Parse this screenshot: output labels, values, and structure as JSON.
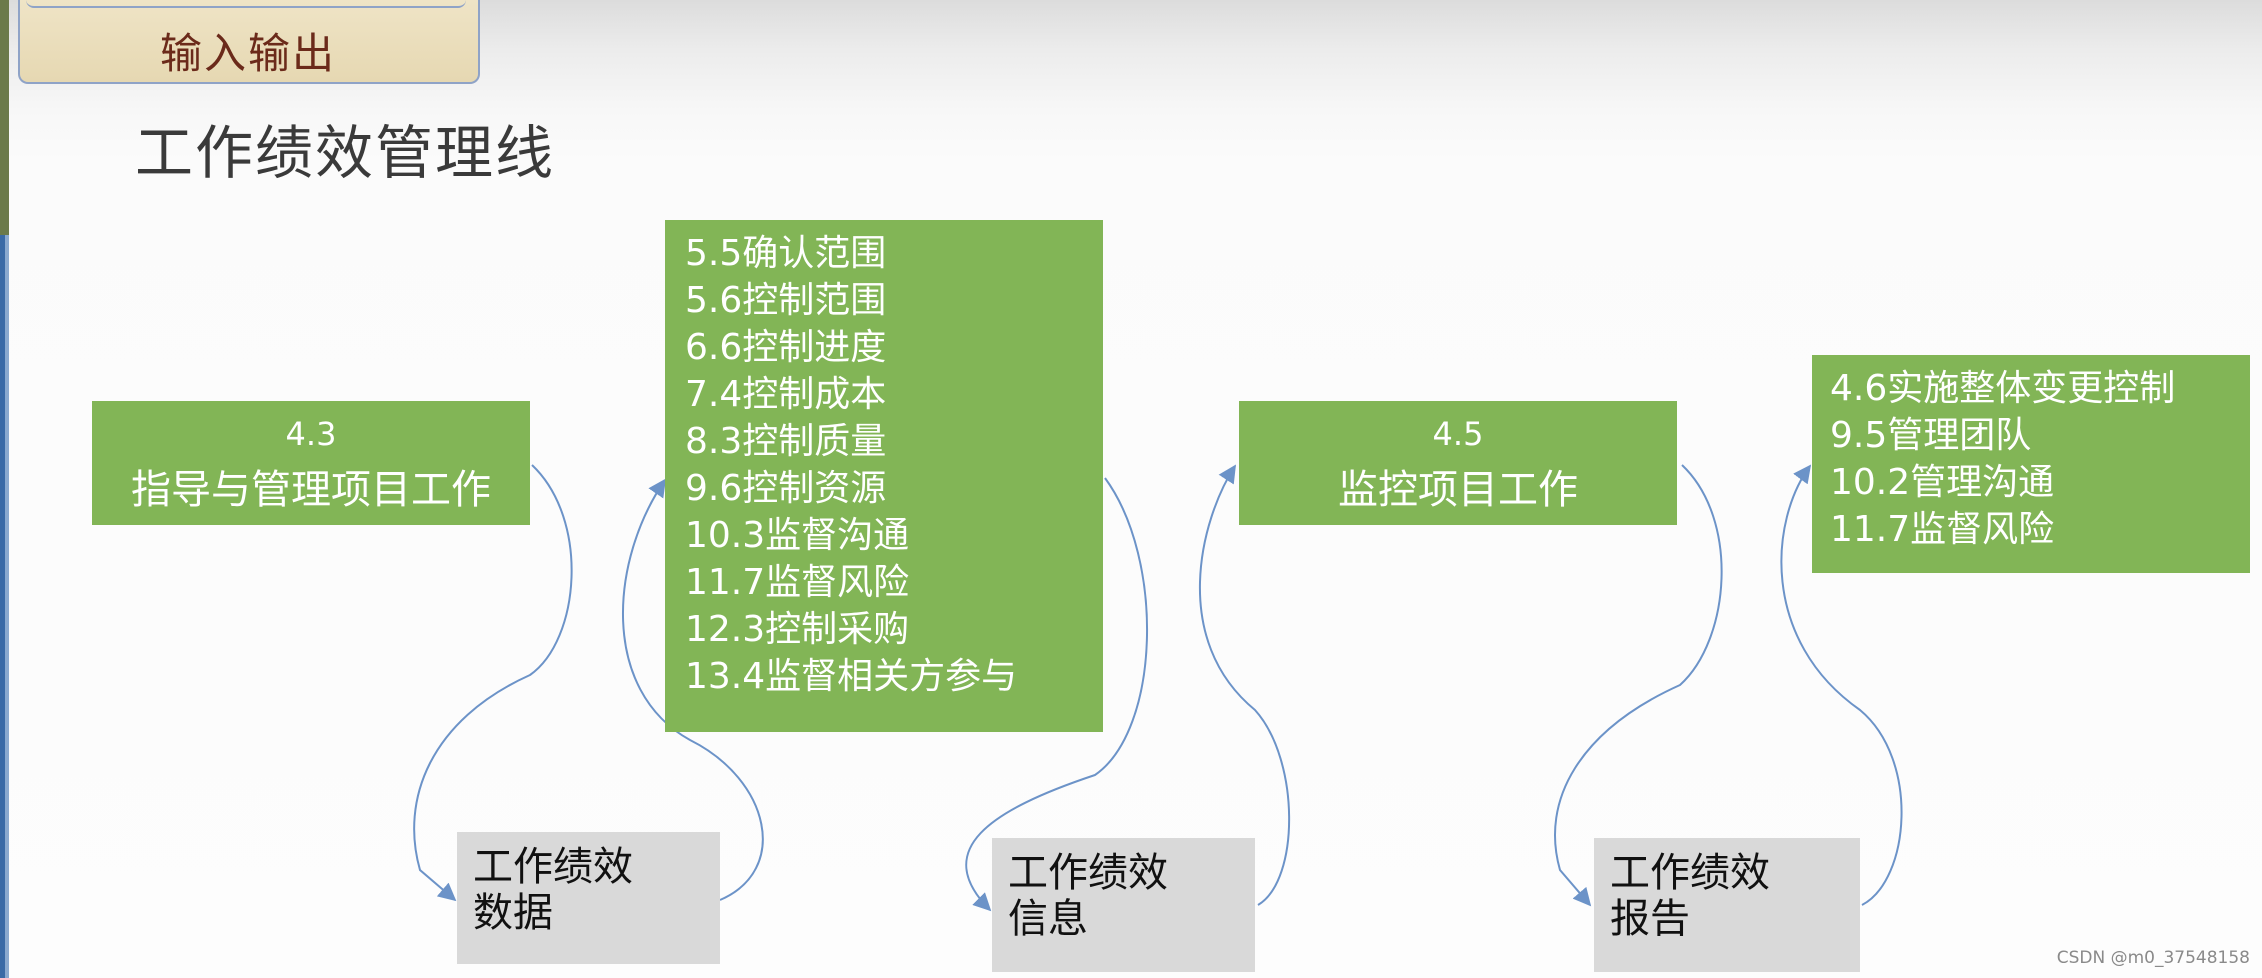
{
  "header": {
    "tab_label": "输入输出",
    "title": "工作绩效管理线"
  },
  "processes": [
    {
      "number": "4.3",
      "name": "指导与管理项目工作"
    },
    {
      "number": "4.5",
      "name": "监控项目工作"
    }
  ],
  "control_processes": [
    "5.5确认范围",
    "5.6控制范围",
    "6.6控制进度",
    "7.4控制成本",
    "8.3控制质量",
    "9.6控制资源",
    "10.3监督沟通",
    "11.7监督风险",
    "12.3控制采购",
    "13.4监督相关方参与"
  ],
  "change_processes": [
    "4.6实施整体变更控制",
    "9.5管理团队",
    "10.2管理沟通",
    "11.7监督风险"
  ],
  "artifacts": [
    {
      "line1": "工作绩效",
      "line2": "数据"
    },
    {
      "line1": "工作绩效",
      "line2": "信息"
    },
    {
      "line1": "工作绩效",
      "line2": "报告"
    }
  ],
  "colors": {
    "process_green": "#82b556",
    "artifact_gray": "#d9d9d9",
    "connector_blue": "#6c93c8"
  },
  "credit": "CSDN @m0_37548158"
}
